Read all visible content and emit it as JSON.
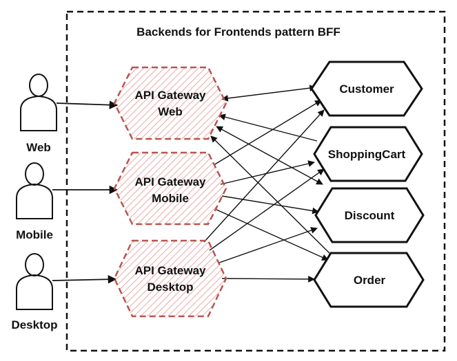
{
  "title": "Backends for Frontends pattern BFF",
  "clients": [
    {
      "label": "Web"
    },
    {
      "label": "Mobile"
    },
    {
      "label": "Desktop"
    }
  ],
  "gateways": [
    {
      "line1": "API Gateway",
      "line2": "Web"
    },
    {
      "line1": "API Gateway",
      "line2": "Mobile"
    },
    {
      "line1": "API Gateway",
      "line2": "Desktop"
    }
  ],
  "services": [
    {
      "label": "Customer"
    },
    {
      "label": "ShoppingCart"
    },
    {
      "label": "Discount"
    },
    {
      "label": "Order"
    }
  ],
  "colors": {
    "gateway_stroke": "#b85450",
    "gateway_hatch": "#e8a9a5",
    "line": "#111111"
  }
}
